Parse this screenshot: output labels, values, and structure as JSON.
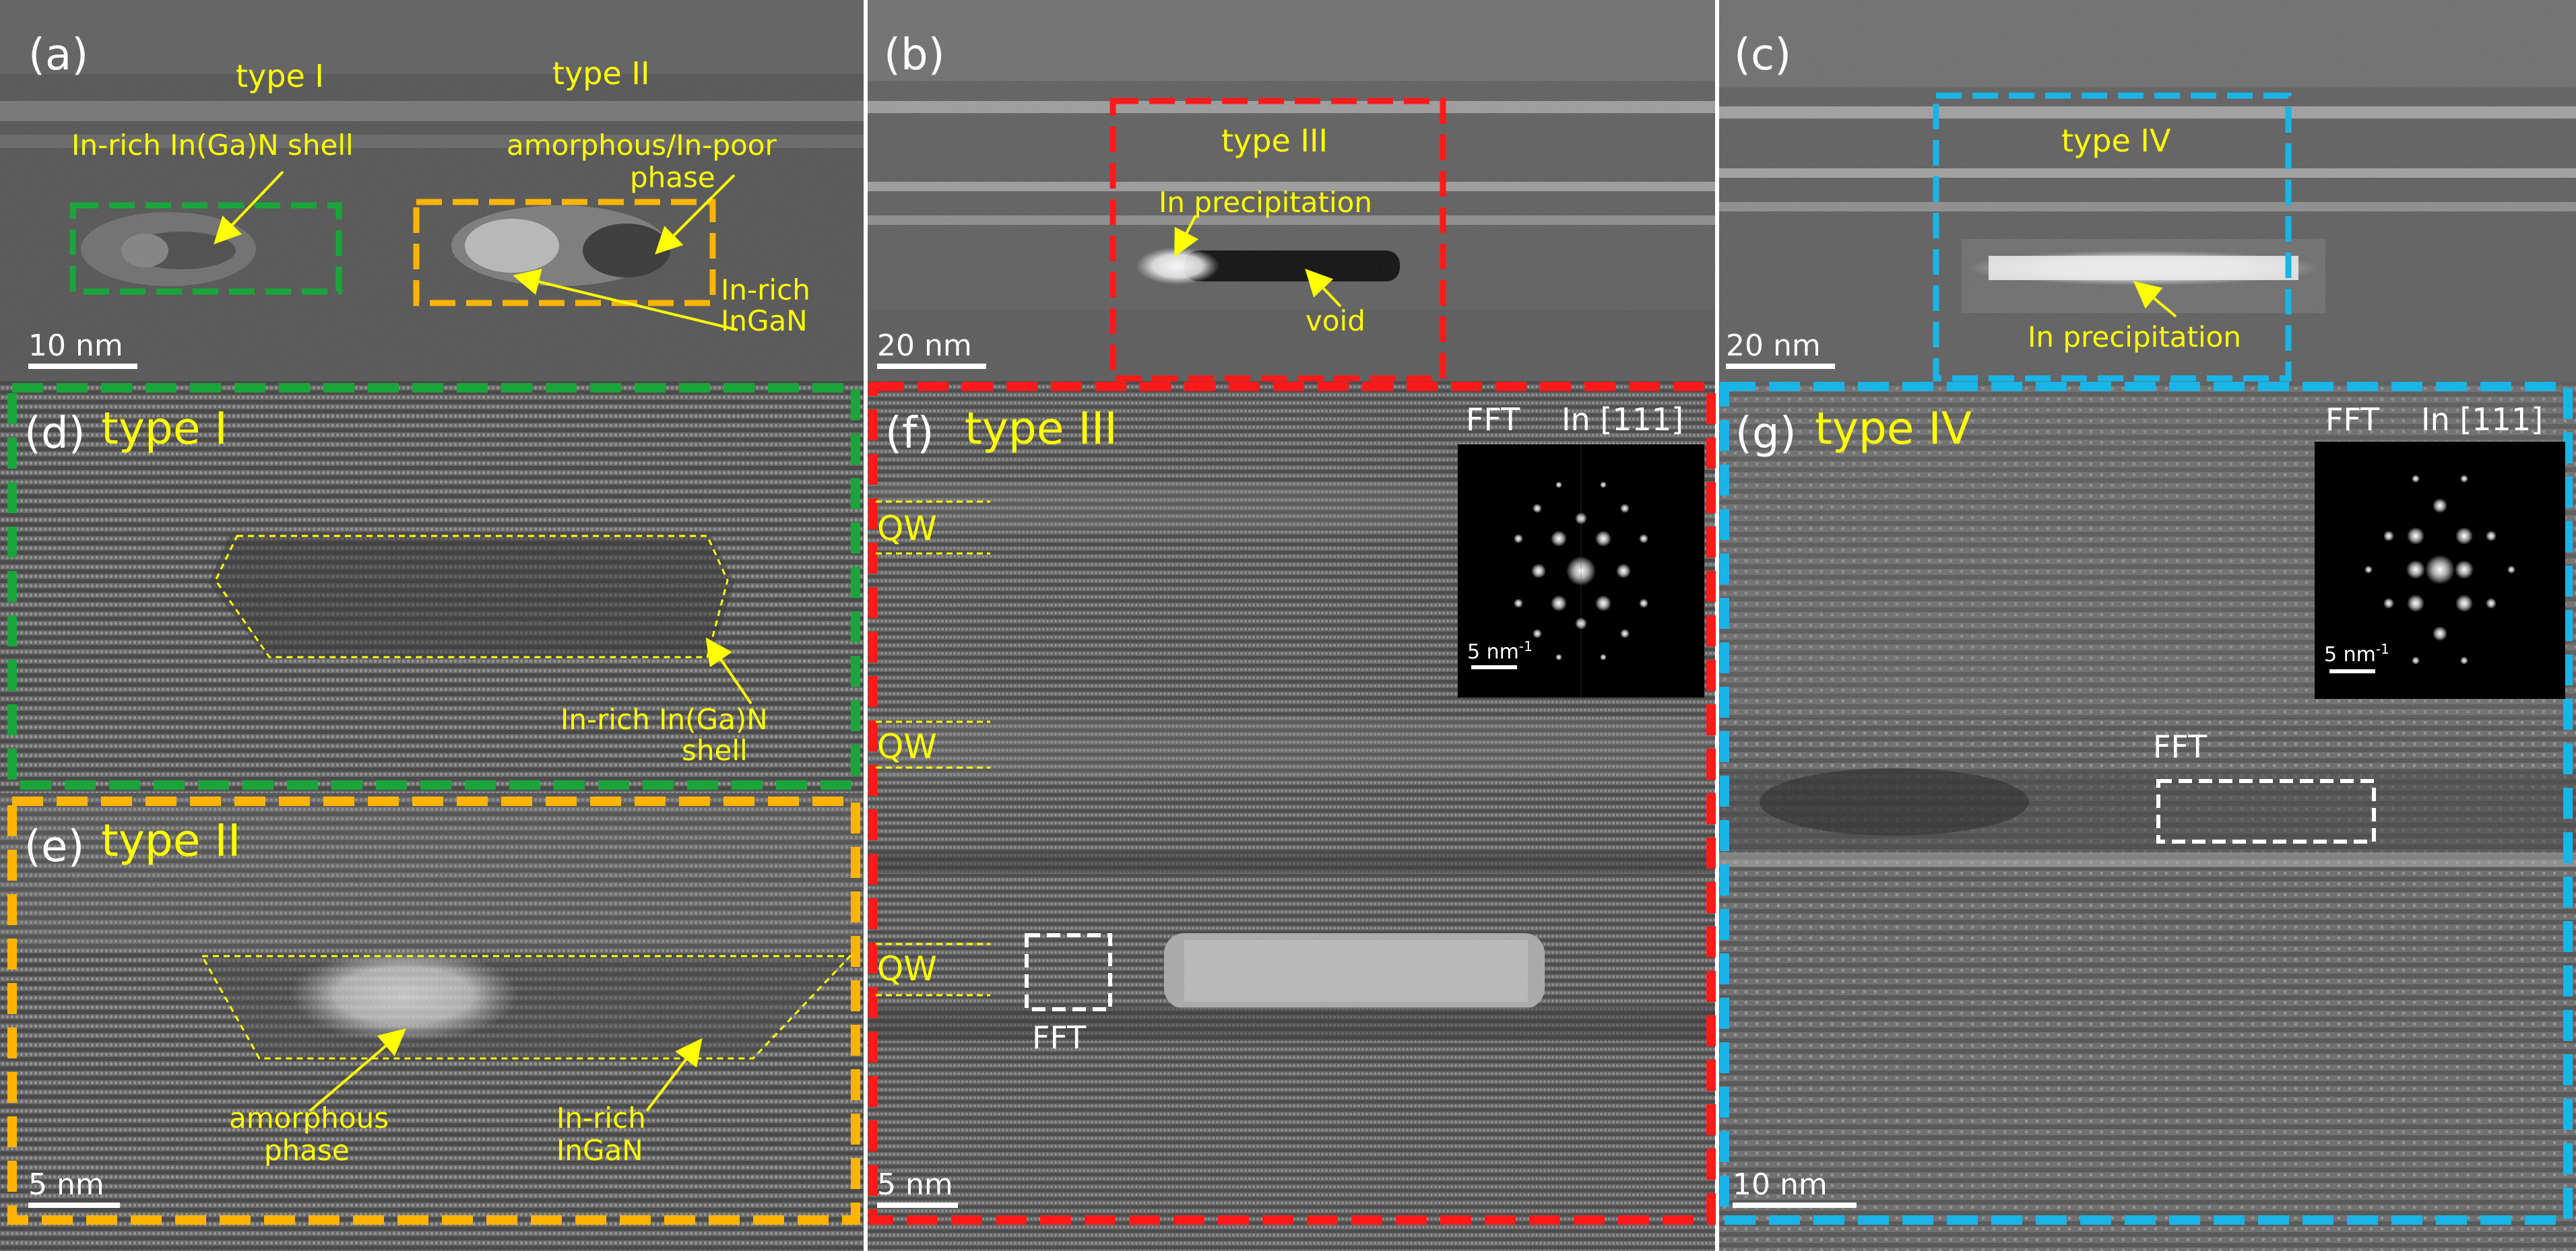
{
  "colors": {
    "type_I": "#1aa53a",
    "type_II": "#ffb400",
    "type_III": "#ff1a1a",
    "type_IV": "#1ab4e6",
    "annotation": "#ffff00"
  },
  "panel_a": {
    "label": "(a)",
    "type1": "type I",
    "type2": "type II",
    "shell_line1": "In-rich In(Ga)N shell",
    "amorph_line1": "amorphous/In-poor",
    "amorph_line2": "phase",
    "inrich_line1": "In-rich",
    "inrich_line2": "InGaN",
    "scale": "10 nm"
  },
  "panel_b": {
    "label": "(b)",
    "type": "type III",
    "precip": "In precipitation",
    "void": "void",
    "scale": "20 nm"
  },
  "panel_c": {
    "label": "(c)",
    "type": "type IV",
    "precip": "In precipitation",
    "scale": "20 nm"
  },
  "panel_d": {
    "label": "(d)",
    "type": "type I",
    "shell_line1": "In-rich In(Ga)N",
    "shell_line2": "shell"
  },
  "panel_e": {
    "label": "(e)",
    "type": "type II",
    "amorph_line1": "amorphous",
    "amorph_line2": "phase",
    "inrich_line1": "In-rich",
    "inrich_line2": "InGaN",
    "scale": "5 nm"
  },
  "panel_f": {
    "label": "(f)",
    "type": "type III",
    "fft": "FFT",
    "zone": "In [111]",
    "qw": [
      "QW",
      "QW",
      "QW"
    ],
    "fft_box": "FFT",
    "inset_scale": "5 nm",
    "inset_scale_sup": "-1",
    "scale": "5 nm"
  },
  "panel_g": {
    "label": "(g)",
    "type": "type IV",
    "fft": "FFT",
    "zone": "In [111]",
    "fft_box": "FFT",
    "inset_scale": "5 nm",
    "inset_scale_sup": "-1",
    "scale": "10 nm"
  }
}
